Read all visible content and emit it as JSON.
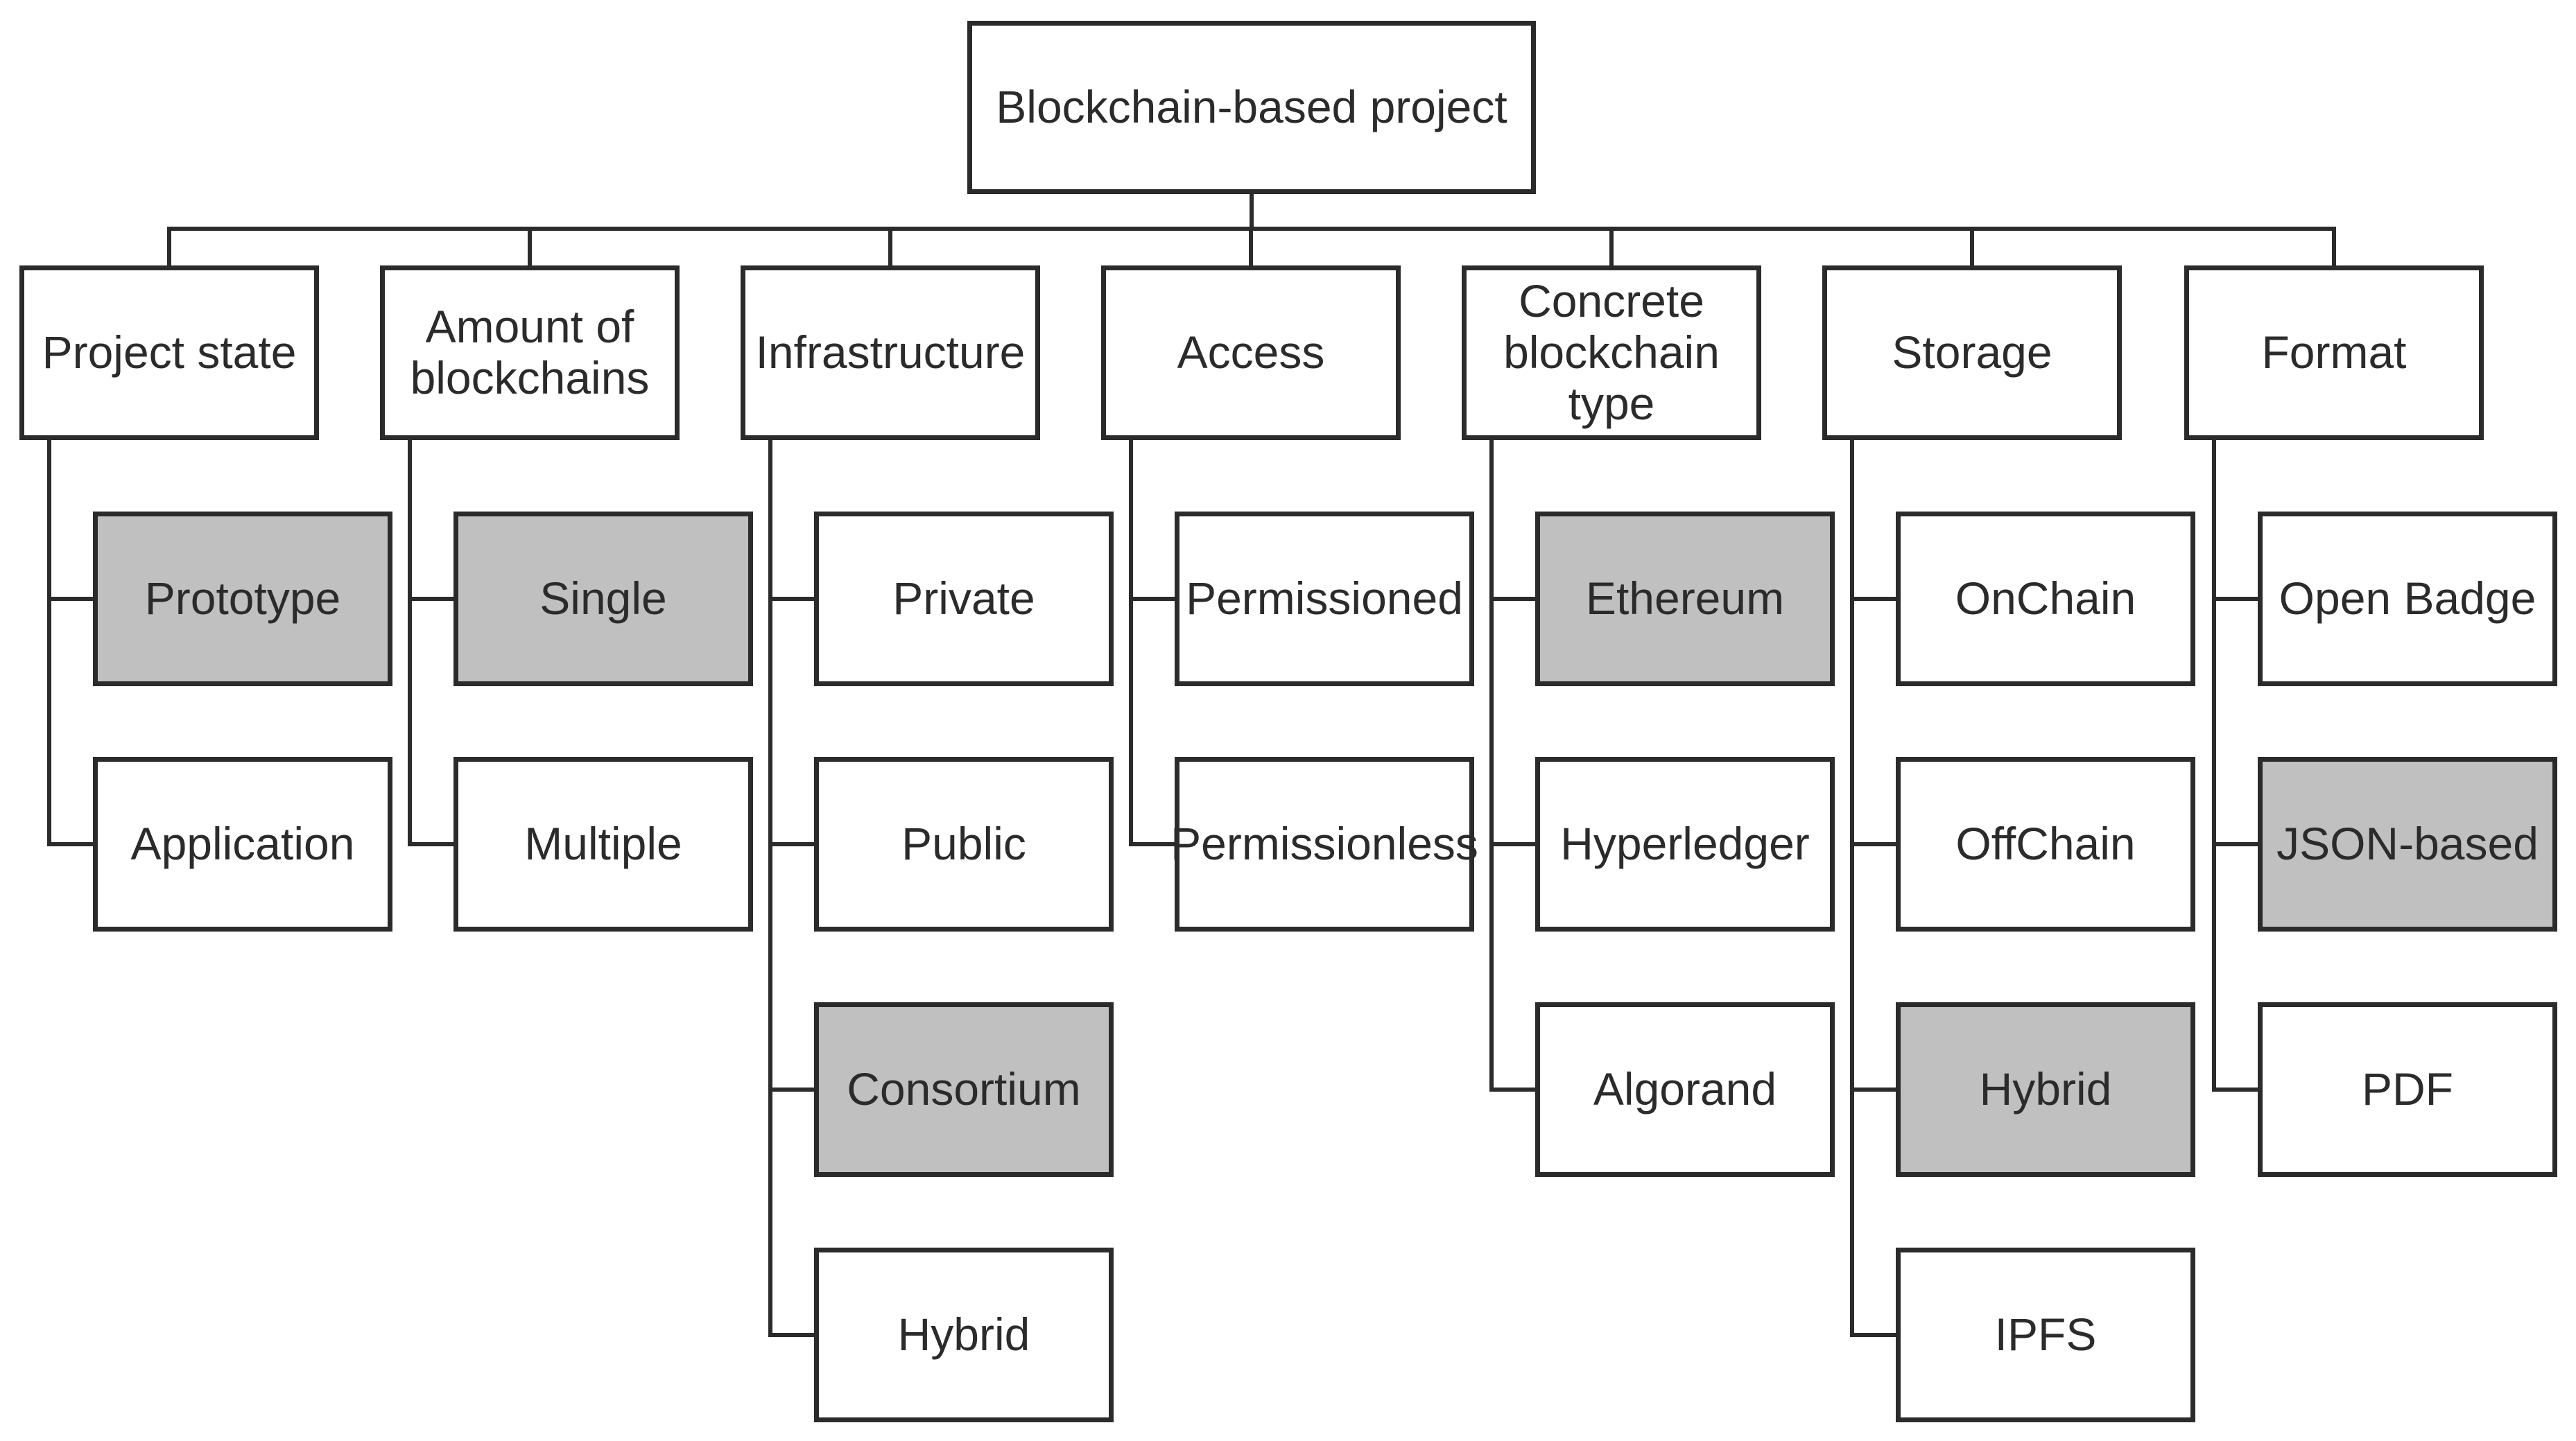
{
  "root": {
    "label": "Blockchain-based project"
  },
  "categories": [
    {
      "label": "Project state",
      "options": [
        {
          "label": "Prototype",
          "highlighted": true
        },
        {
          "label": "Application",
          "highlighted": false
        }
      ]
    },
    {
      "label": "Amount of blockchains",
      "label_lines": [
        "Amount of",
        "blockchains"
      ],
      "options": [
        {
          "label": "Single",
          "highlighted": true
        },
        {
          "label": "Multiple",
          "highlighted": false
        }
      ]
    },
    {
      "label": "Infrastructure",
      "options": [
        {
          "label": "Private",
          "highlighted": false
        },
        {
          "label": "Public",
          "highlighted": false
        },
        {
          "label": "Consortium",
          "highlighted": true
        },
        {
          "label": "Hybrid",
          "highlighted": false
        }
      ]
    },
    {
      "label": "Access",
      "options": [
        {
          "label": "Permissioned",
          "highlighted": false
        },
        {
          "label": "Permissionless",
          "highlighted": false
        }
      ]
    },
    {
      "label": "Concrete blockchain type",
      "label_lines": [
        "Concrete",
        "blockchain type"
      ],
      "options": [
        {
          "label": "Ethereum",
          "highlighted": true
        },
        {
          "label": "Hyperledger",
          "highlighted": false
        },
        {
          "label": "Algorand",
          "highlighted": false
        }
      ]
    },
    {
      "label": "Storage",
      "options": [
        {
          "label": "OnChain",
          "highlighted": false
        },
        {
          "label": "OffChain",
          "highlighted": false
        },
        {
          "label": "Hybrid",
          "highlighted": true
        },
        {
          "label": "IPFS",
          "highlighted": false
        }
      ]
    },
    {
      "label": "Format",
      "options": [
        {
          "label": "Open Badge",
          "highlighted": false
        },
        {
          "label": "JSON-based",
          "highlighted": true
        },
        {
          "label": "PDF",
          "highlighted": false
        }
      ]
    }
  ],
  "colors": {
    "line": "#2b2b2b",
    "box_fill": "#ffffff",
    "highlight_fill": "#c0c0c0",
    "text": "#2b2b2b"
  }
}
